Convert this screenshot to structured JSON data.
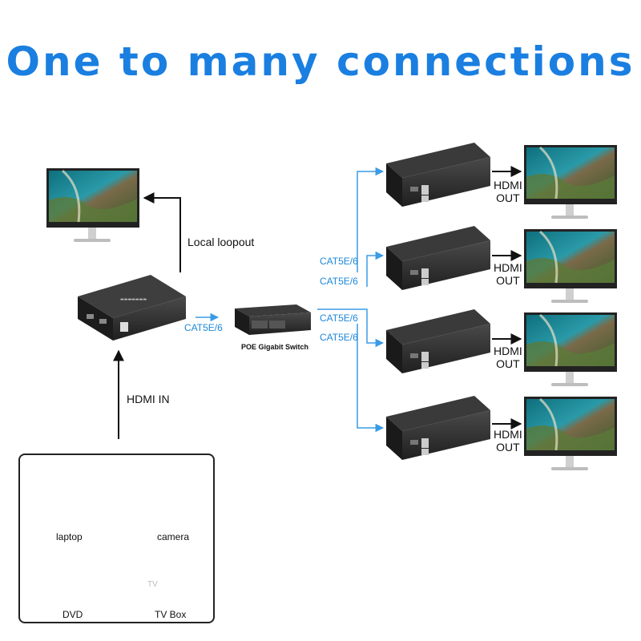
{
  "title": "One to many connections",
  "labels": {
    "local_loopout": "Local loopout",
    "hdmi_in": "HDMI IN",
    "cat_main": "CAT5E/6",
    "switch": "POE Gigabit Switch",
    "cat_1": "CAT5E/6",
    "cat_2": "CAT5E/6",
    "cat_3": "CAT5E/6",
    "cat_4": "CAT5E/6",
    "hdmi_out_1": "HDMI\nOUT",
    "hdmi_out_2": "HDMI\nOUT",
    "hdmi_out_3": "HDMI\nOUT",
    "hdmi_out_4": "HDMI\nOUT"
  },
  "sources": {
    "laptop": "laptop",
    "camera": "camera",
    "dvd": "DVD",
    "tvbox": "TV Box",
    "tvbox_screen": "TV"
  },
  "colors": {
    "title": "#1a7fe0",
    "cable": "#3a9be6",
    "device": "#2b2b2b"
  }
}
